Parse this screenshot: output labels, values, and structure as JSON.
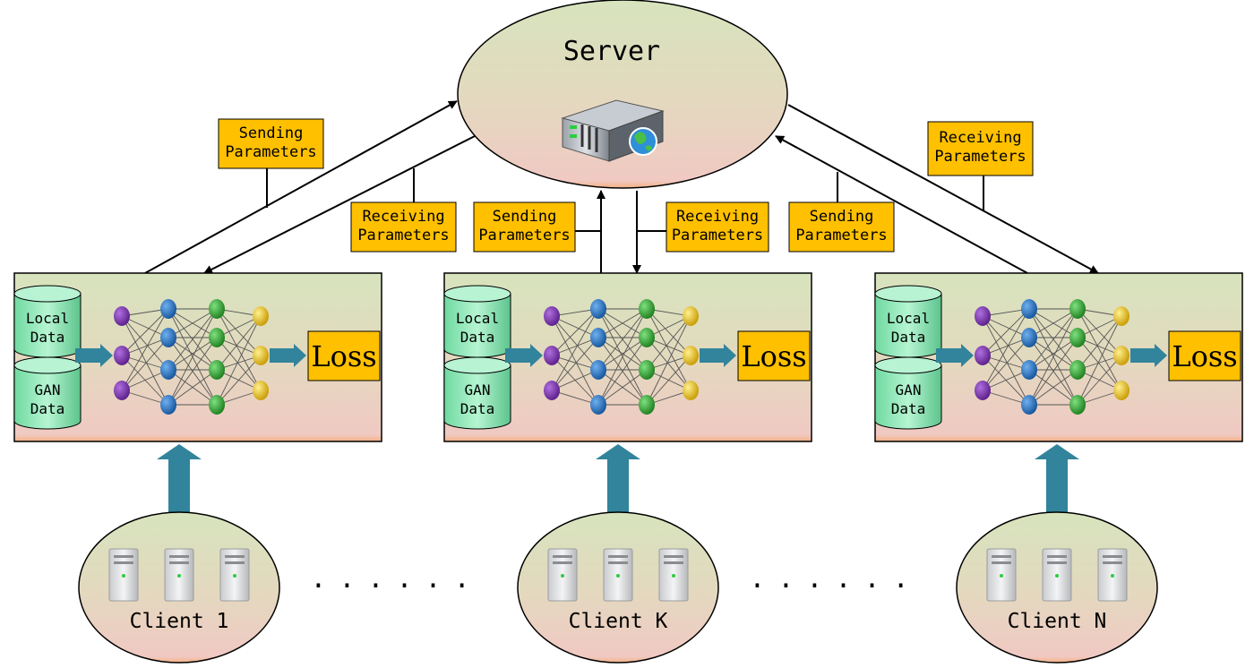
{
  "server": {
    "title": "Server"
  },
  "edge_labels": {
    "sending": "Sending\nParameters",
    "receiving": "Receiving\nParameters"
  },
  "panel": {
    "local_data": "Local\nData",
    "gan_data": "GAN\nData",
    "loss": "Loss"
  },
  "clients": [
    {
      "label": "Client 1"
    },
    {
      "label": "Client K"
    },
    {
      "label": "Client N"
    }
  ],
  "ellipsis": "......",
  "network": {
    "layers": [
      3,
      4,
      4,
      3
    ]
  },
  "colors": {
    "label_box": "#ffc000",
    "arrow_fill": "#31849b",
    "gradient_top": "#d7e4bd",
    "gradient_bottom": "#f2c7c4",
    "node_purple": "#7030a0",
    "node_blue": "#1f6fc5",
    "node_green": "#2ca02c",
    "node_yellow": "#e0b000",
    "cylinder": "#7fe8b0"
  }
}
